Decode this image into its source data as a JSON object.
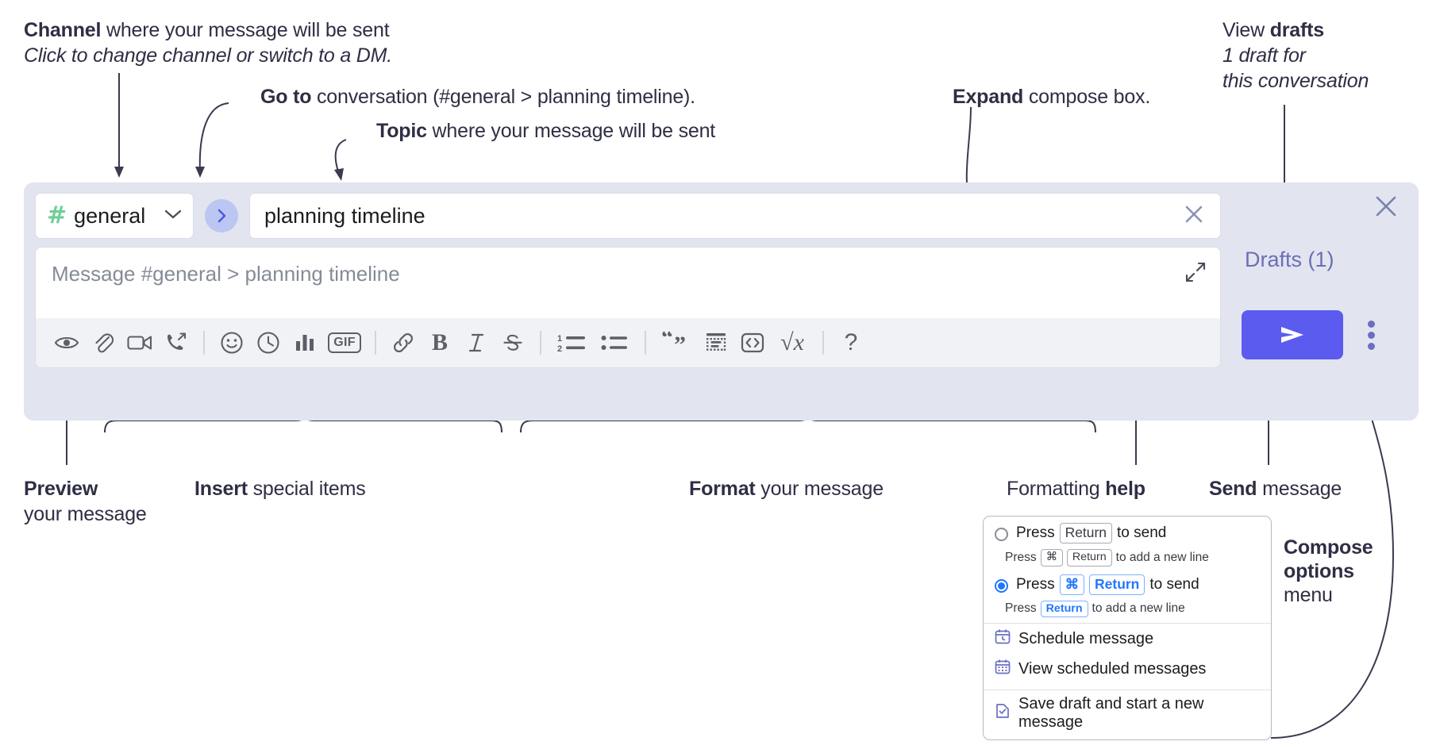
{
  "annotations": {
    "channel": {
      "bold": "Channel",
      "rest": " where your message will be sent",
      "italic": "Click to change channel or switch to a DM."
    },
    "goto": {
      "bold": "Go to",
      "rest": " conversation (#general > planning timeline)."
    },
    "topic": {
      "bold": "Topic",
      "rest": " where your message will be sent"
    },
    "expand": {
      "bold": "Expand",
      "rest": " compose box."
    },
    "drafts": {
      "normal": "View ",
      "bold": "drafts",
      "italic1": "1 draft for",
      "italic2": "this conversation"
    },
    "preview": {
      "bold": "Preview",
      "rest": "your message"
    },
    "insert": {
      "bold": "Insert",
      "rest": " special items"
    },
    "format": {
      "bold": "Format",
      "rest": " your message"
    },
    "help": {
      "normal": "Formatting ",
      "bold": "help"
    },
    "send": {
      "bold": "Send",
      "rest": " message"
    },
    "compose_options": {
      "bold1": "Compose",
      "bold2": "options",
      "rest": "menu"
    }
  },
  "composer": {
    "channel": {
      "hash": "#",
      "name": "general",
      "chevron": "chevron-down-icon"
    },
    "goto_button_label": "go-to-conversation",
    "topic": {
      "value": "planning timeline",
      "clear_label": "clear-topic"
    },
    "message": {
      "placeholder": "Message #general > planning timeline"
    },
    "expand_label": "expand-compose-box",
    "close_label": "close-composer",
    "drafts_link": "Drafts (1)",
    "send_label": "send-message",
    "kebab_label": "compose-options",
    "toolbar": [
      {
        "name": "preview-icon",
        "kind": "svg-eye"
      },
      {
        "name": "attachment-icon",
        "kind": "svg-paperclip"
      },
      {
        "name": "video-icon",
        "kind": "svg-video"
      },
      {
        "name": "huddle-call-icon",
        "kind": "svg-call"
      },
      {
        "name": "divider-1",
        "kind": "sep"
      },
      {
        "name": "emoji-icon",
        "kind": "svg-smiley"
      },
      {
        "name": "reminder-clock-icon",
        "kind": "svg-clock"
      },
      {
        "name": "poll-icon",
        "kind": "svg-bars"
      },
      {
        "name": "gif-icon",
        "kind": "gif",
        "label": "GIF"
      },
      {
        "name": "divider-2",
        "kind": "sep"
      },
      {
        "name": "link-icon",
        "kind": "svg-link"
      },
      {
        "name": "bold-icon",
        "kind": "text",
        "label": "B",
        "style": "tb-b"
      },
      {
        "name": "italic-icon",
        "kind": "text",
        "label": "I",
        "style": "tb-i"
      },
      {
        "name": "strikethrough-icon",
        "kind": "svg-strike"
      },
      {
        "name": "divider-3",
        "kind": "sep"
      },
      {
        "name": "ordered-list-icon",
        "kind": "svg-ol"
      },
      {
        "name": "bulleted-list-icon",
        "kind": "svg-ul"
      },
      {
        "name": "divider-4",
        "kind": "sep"
      },
      {
        "name": "blockquote-icon",
        "kind": "text",
        "label": "“„",
        "style": "tb-q"
      },
      {
        "name": "code-block-icon",
        "kind": "svg-codeblock"
      },
      {
        "name": "inline-code-icon",
        "kind": "svg-code"
      },
      {
        "name": "math-icon",
        "kind": "text",
        "label": "√x",
        "style": "tb-sqrt"
      },
      {
        "name": "divider-5",
        "kind": "sep"
      },
      {
        "name": "formatting-help-icon",
        "kind": "text",
        "label": "?",
        "style": "tb-help"
      }
    ]
  },
  "popup_menu": {
    "options": [
      {
        "selected": false,
        "line": [
          {
            "t": "text",
            "v": "Press"
          },
          {
            "t": "key",
            "v": "Return"
          },
          {
            "t": "text",
            "v": "to send"
          }
        ],
        "sub": [
          {
            "t": "text",
            "v": "Press"
          },
          {
            "t": "key",
            "v": "⌘"
          },
          {
            "t": "key",
            "v": "Return"
          },
          {
            "t": "text",
            "v": "to add a new line"
          }
        ]
      },
      {
        "selected": true,
        "line": [
          {
            "t": "text",
            "v": "Press"
          },
          {
            "t": "key-blue",
            "v": "⌘"
          },
          {
            "t": "key-blue",
            "v": "Return"
          },
          {
            "t": "text",
            "v": "to send"
          }
        ],
        "sub": [
          {
            "t": "text",
            "v": "Press"
          },
          {
            "t": "key-blue",
            "v": "Return"
          },
          {
            "t": "text",
            "v": "to add a new line"
          }
        ]
      }
    ],
    "items_group_1": [
      {
        "icon": "calendar-clock-icon",
        "label": "Schedule message"
      },
      {
        "icon": "calendar-grid-icon",
        "label": "View scheduled messages"
      }
    ],
    "items_group_2": [
      {
        "icon": "save-draft-icon",
        "label": "Save draft and start a new message"
      }
    ]
  },
  "colors": {
    "panel_bg": "#e2e4f0",
    "send_button": "#5b5bf0",
    "accent_link": "#6b6fb5",
    "hash_green": "#6fcf97",
    "annotation_text": "#2e2e44",
    "toolbar_bg": "#f1f2f6",
    "goto_circle": "#bcc6f2",
    "radio_blue": "#2176ff"
  }
}
